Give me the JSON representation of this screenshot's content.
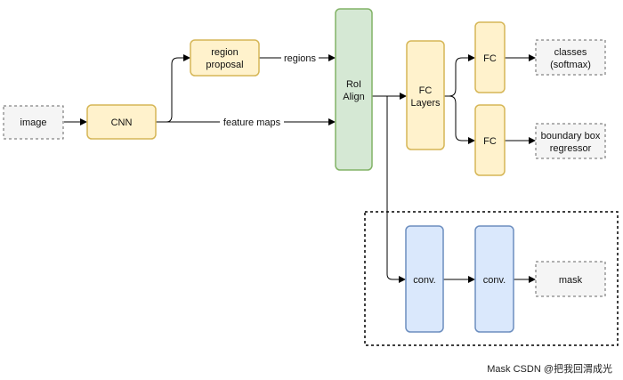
{
  "nodes": {
    "image": "image",
    "cnn": "CNN",
    "region_proposal": [
      "region",
      "proposal"
    ],
    "roi_align": [
      "RoI",
      "Align"
    ],
    "fc_layers": [
      "FC",
      "Layers"
    ],
    "fc_top": "FC",
    "fc_bottom": "FC",
    "classes": [
      "classes",
      "(softmax)"
    ],
    "bbox_regressor": [
      "boundary box",
      "regressor"
    ],
    "conv1": "conv.",
    "conv2": "conv.",
    "mask": "mask"
  },
  "edges": {
    "regions": "regions",
    "feature_maps": "feature maps"
  },
  "watermark": "Mask CSDN @把我回渭成光"
}
